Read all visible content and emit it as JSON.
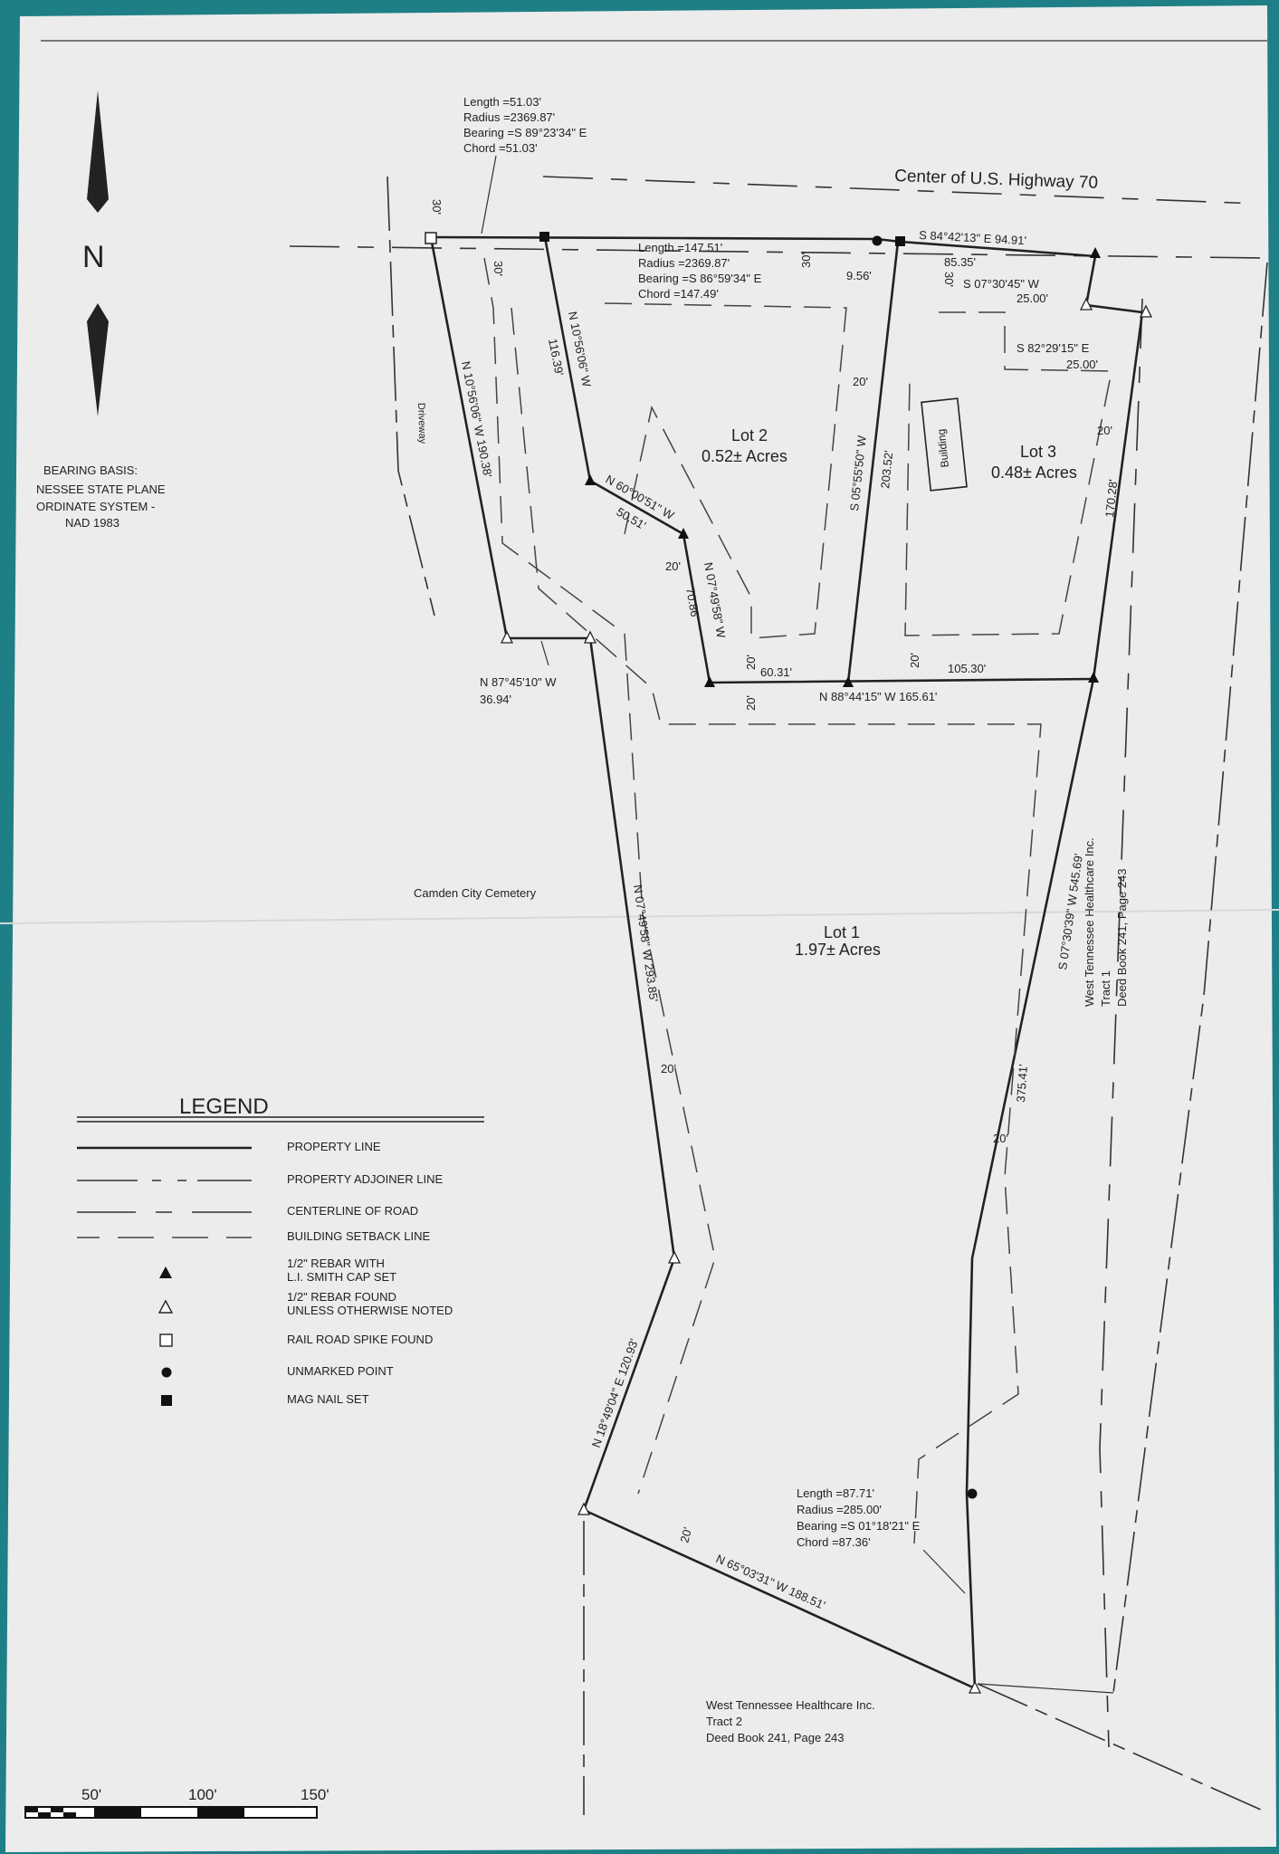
{
  "highway": {
    "label": "Center of U.S. Highway 70"
  },
  "north": {
    "label": "N"
  },
  "bearing_basis": {
    "lines": [
      "BEARING BASIS:",
      "NESSEE STATE PLANE",
      "ORDINATE SYSTEM -",
      "NAD 1983"
    ]
  },
  "curve_top_left": {
    "lines": [
      "Length =51.03'",
      "Radius =2369.87'",
      "Bearing =S 89°23'34\" E",
      "Chord =51.03'"
    ]
  },
  "curve_top_mid": {
    "lines": [
      "Length =147.51'",
      "Radius =2369.87'",
      "Bearing =S 86°59'34\" E",
      "Chord =147.49'"
    ]
  },
  "curve_bottom": {
    "lines": [
      "Length =87.71'",
      "Radius =285.00'",
      "Bearing =S 01°18'21\" E",
      "Chord =87.36'"
    ]
  },
  "lots": [
    {
      "name": "Lot 1",
      "area": "1.97± Acres"
    },
    {
      "name": "Lot 2",
      "area": "0.52± Acres"
    },
    {
      "name": "Lot 3",
      "area": "0.48± Acres"
    }
  ],
  "building": {
    "label": "Building"
  },
  "driveway": {
    "label": "Driveway"
  },
  "cemetery": {
    "label": "Camden City Cemetery"
  },
  "calls": {
    "top_right_bearing": "S 84°42'13\" E  94.91'",
    "dist_85_35": "85.35'",
    "dist_9_56": "9.56'",
    "s07_30_45": "S 07°30'45\" W",
    "dist_25_a": "25.00'",
    "s82_29_15": "S 82°29'15\" E",
    "dist_25_b": "25.00'",
    "n10_left": "N 10°56'06\" W  190.38'",
    "n10_mid": "N 10°56'06\" W",
    "dist_116_39": "116.39'",
    "n60": "N 60°00'51\" W",
    "dist_50_51": "50.51'",
    "n07_short": "N 07°49'58\" W",
    "dist_70_86": "70.86'",
    "s05": "S 05°55'50\" W",
    "dist_203_52": "203.52'",
    "dist_170_28": "170.28'",
    "dist_60_31": "60.31'",
    "dist_105_30": "105.30'",
    "n88": "N 88°44'15\" W  165.61'",
    "n87": "N 87°45'10\" W",
    "dist_36_94": "36.94'",
    "n07_long": "N 07°49'58\" W  293.85'",
    "s07_30_39": "S 07°30'39\" W  545.69'",
    "dist_375_41": "375.41'",
    "n18": "N 18°49'04\" E  120.93'",
    "n65": "N 65°03'31\" W  188.51'"
  },
  "setbacks": {
    "s30": "30'",
    "s20": "20'"
  },
  "adjoiner_right": {
    "lines": [
      "West Tennessee Healthcare Inc.",
      "Tract 1",
      "Deed Book 241, Page 243"
    ]
  },
  "adjoiner_bottom": {
    "lines": [
      "West Tennessee Healthcare Inc.",
      "Tract 2",
      "Deed Book 241, Page 243"
    ]
  },
  "legend": {
    "title": "LEGEND",
    "items": [
      {
        "symbol": "property-line",
        "label": "PROPERTY LINE"
      },
      {
        "symbol": "adjoiner-line",
        "label": "PROPERTY ADJOINER LINE"
      },
      {
        "symbol": "centerline",
        "label": "CENTERLINE OF ROAD"
      },
      {
        "symbol": "setback-line",
        "label": "BUILDING SETBACK LINE"
      },
      {
        "symbol": "filled-triangle",
        "label": "1/2\" REBAR WITH",
        "label2": "L.I. SMITH CAP SET"
      },
      {
        "symbol": "open-triangle",
        "label": "1/2\" REBAR FOUND",
        "label2": "UNLESS OTHERWISE NOTED"
      },
      {
        "symbol": "open-square",
        "label": "RAIL ROAD SPIKE FOUND"
      },
      {
        "symbol": "filled-circle",
        "label": "UNMARKED POINT"
      },
      {
        "symbol": "filled-square",
        "label": "MAG NAIL SET"
      }
    ]
  },
  "scale_bar": {
    "labels": [
      "50'",
      "100'",
      "150'"
    ]
  }
}
